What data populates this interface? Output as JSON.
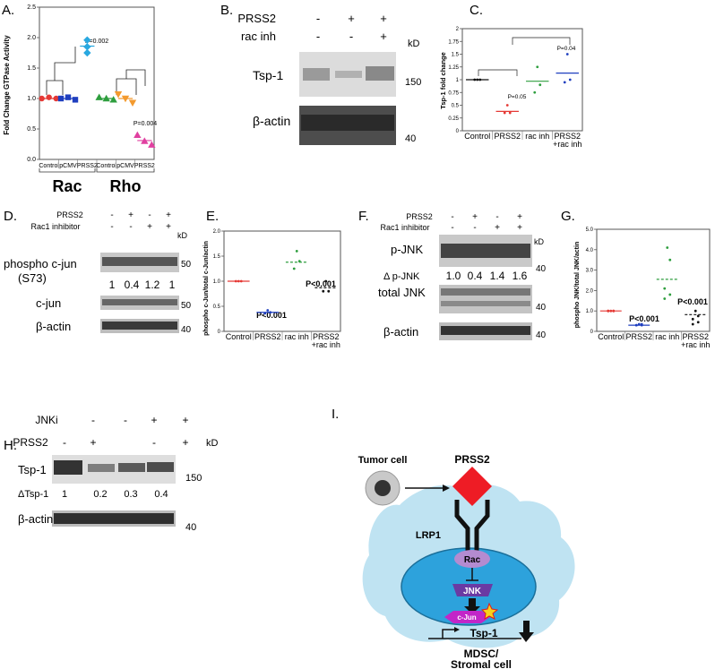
{
  "panels": {
    "A": {
      "letter": "A.",
      "ylabel": "Fold Change GTPase Activity",
      "yticks": [
        "0.0",
        "0.5",
        "1.0",
        "1.5",
        "2.0",
        "2.5"
      ],
      "xticks": [
        "Control",
        "pCMV",
        "PRSS2",
        "Control",
        "pCMV",
        "PRSS2"
      ],
      "group1": "Rac",
      "group2": "Rho",
      "p1": "P=0.002",
      "p2": "P=0.004"
    },
    "B": {
      "letter": "B.",
      "row1": "PRSS2",
      "row2": "rac inh",
      "row1_signs": [
        "-",
        "+",
        "+"
      ],
      "row2_signs": [
        "-",
        "-",
        "+"
      ],
      "kd": "kD",
      "band1": "Tsp-1",
      "band2": "β-actin",
      "mw1": "150",
      "mw2": "40"
    },
    "C": {
      "letter": "C.",
      "ylabel": "Tsp-1 fold change",
      "yticks": [
        "0",
        "0.25",
        "0.5",
        "0.75",
        "1",
        "1.25",
        "1.5",
        "1.75",
        "2"
      ],
      "xticks": [
        "Control",
        "PRSS2",
        "rac inh",
        "PRSS2",
        "+rac inh"
      ],
      "p1": "P=0.05",
      "p2": "P=0.04"
    },
    "D": {
      "letter": "D.",
      "row1": "PRSS2",
      "row2": "Rac1 inhibitor",
      "row1_signs": [
        "-",
        "+",
        "-",
        "+"
      ],
      "row2_signs": [
        "-",
        "-",
        "+",
        "+"
      ],
      "kd": "kD",
      "band1a": "phospho c-jun",
      "band1b": "(S73)",
      "ratios": [
        "1",
        "0.4",
        "1.2",
        "1"
      ],
      "band2": "c-jun",
      "band3": "β-actin",
      "mw1": "50",
      "mw2": "50",
      "mw3": "40"
    },
    "E": {
      "letter": "E.",
      "ylabel": "phospho c-Jun/total c-Jun/actin",
      "yticks": [
        "0",
        "0.5",
        "1.0",
        "1.5",
        "2.0"
      ],
      "xticks": [
        "Control",
        "PRSS2",
        "rac inh",
        "PRSS2",
        "+rac inh"
      ],
      "p1": "P<0.001",
      "p2": "P<0.001"
    },
    "F": {
      "letter": "F.",
      "row1": "PRSS2",
      "row2": "Rac1 inhibitor",
      "row1_signs": [
        "-",
        "+",
        "-",
        "+"
      ],
      "row2_signs": [
        "-",
        "-",
        "+",
        "+"
      ],
      "kd": "kD",
      "band1": "p-JNK",
      "ratio_label": "Δ p-JNK",
      "ratios": [
        "1.0",
        "0.4",
        "1.4",
        "1.6"
      ],
      "band2": "total JNK",
      "band3": "β-actin",
      "mw1": "40",
      "mw2": "40",
      "mw3": "40"
    },
    "G": {
      "letter": "G.",
      "ylabel": "phospho JNK/total JNK/actin",
      "yticks": [
        "0",
        "1.0",
        "2.0",
        "3.0",
        "4.0",
        "5.0"
      ],
      "xticks": [
        "Control",
        "PRSS2",
        "rac inh",
        "PRSS2",
        "+rac inh"
      ],
      "p1": "P<0.001",
      "p2": "P<0.001"
    },
    "H": {
      "letter": "H.",
      "row1": "JNKi",
      "row2": "PRSS2",
      "row1_signs": [
        "-",
        "-",
        "+",
        "+"
      ],
      "row2_signs": [
        "-",
        "+",
        "-",
        "+"
      ],
      "kd": "kD",
      "band1": "Tsp-1",
      "ratio_label": "ΔTsp-1",
      "ratios": [
        "1",
        "0.2",
        "0.3",
        "0.4"
      ],
      "band2": "β-actin",
      "mw1": "150",
      "mw2": "40"
    },
    "I": {
      "letter": "I.",
      "tumor": "Tumor cell",
      "prss2": "PRSS2",
      "lrp1": "LRP1",
      "rac": "Rac",
      "jnk": "JNK",
      "cjun": "c-Jun",
      "tsp1": "Tsp-1",
      "cell1": "MDSC/",
      "cell2": "Stromal cell"
    }
  },
  "chart_data": [
    {
      "panel": "A",
      "type": "scatter",
      "ylabel": "Fold Change GTPase Activity",
      "ylim": [
        0,
        2.5
      ],
      "categories": [
        "Control",
        "pCMV",
        "PRSS2",
        "Control",
        "pCMV",
        "PRSS2"
      ],
      "groups": [
        "Rac",
        "Rac",
        "Rac",
        "Rho",
        "Rho",
        "Rho"
      ],
      "colors": [
        "#e53935",
        "#1f3fbf",
        "#29a8e0",
        "#2e9e3e",
        "#f39a2e",
        "#e040a0"
      ],
      "markers": [
        "circle",
        "square",
        "diamond",
        "triangle",
        "triangle-down",
        "triangle"
      ],
      "points": [
        [
          1.0,
          1.02,
          1.0
        ],
        [
          1.0,
          1.02,
          0.98
        ],
        [
          1.96,
          1.85,
          1.75
        ],
        [
          1.02,
          1.0,
          0.98
        ],
        [
          1.07,
          1.0,
          0.93
        ],
        [
          0.4,
          0.3,
          0.24
        ]
      ],
      "means": [
        1.0,
        1.0,
        1.86,
        1.0,
        1.0,
        0.31
      ]
    },
    {
      "panel": "C",
      "type": "scatter",
      "ylabel": "Tsp-1 fold change",
      "ylim": [
        0,
        2
      ],
      "categories": [
        "Control",
        "PRSS2",
        "rac inh",
        "PRSS2 +rac inh"
      ],
      "colors": [
        "#111111",
        "#e53935",
        "#2e9e3e",
        "#1f3fbf"
      ],
      "points": [
        [
          1.0,
          1.0,
          1.0
        ],
        [
          0.5,
          0.35,
          0.35
        ],
        [
          1.25,
          0.9,
          0.75
        ],
        [
          1.5,
          1.0,
          0.95
        ]
      ],
      "means": [
        1.0,
        0.38,
        0.97,
        1.13
      ]
    },
    {
      "panel": "E",
      "type": "scatter",
      "ylabel": "phospho c-Jun/total c-Jun/actin",
      "ylim": [
        0,
        2
      ],
      "categories": [
        "Control",
        "PRSS2",
        "rac inh",
        "PRSS2 +rac inh"
      ],
      "colors": [
        "#e53935",
        "#1f3fbf",
        "#2e9e3e",
        "#111111"
      ],
      "points": [
        [
          1.0,
          1.0,
          1.0
        ],
        [
          0.42,
          0.38,
          0.36
        ],
        [
          1.6,
          1.4,
          1.25
        ],
        [
          1.0,
          0.8,
          0.8
        ]
      ],
      "means": [
        1.0,
        0.38,
        1.38,
        0.87
      ]
    },
    {
      "panel": "G",
      "type": "scatter",
      "ylabel": "phospho JNK/total JNK/actin",
      "ylim": [
        0,
        5
      ],
      "categories": [
        "Control",
        "PRSS2",
        "rac inh",
        "PRSS2 +rac inh"
      ],
      "colors": [
        "#e53935",
        "#1f3fbf",
        "#2e9e3e",
        "#111111"
      ],
      "points": [
        [
          1.0,
          1.0,
          1.0,
          1.0,
          1.0
        ],
        [
          0.35,
          0.3,
          0.3,
          0.35,
          0.3
        ],
        [
          4.1,
          3.5,
          2.1,
          1.8,
          1.6
        ],
        [
          1.0,
          0.75,
          0.6,
          0.45,
          0.35
        ]
      ],
      "means": [
        1.0,
        0.3,
        2.55,
        0.82
      ]
    }
  ]
}
